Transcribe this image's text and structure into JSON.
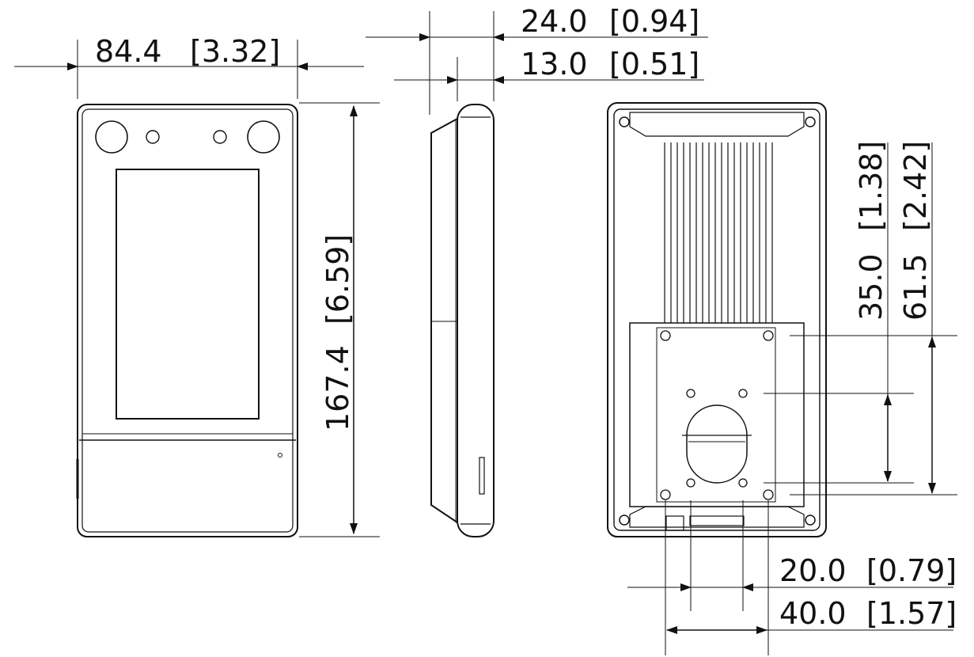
{
  "dimensions": {
    "front_width": {
      "value": "84.4",
      "inch": "[3.32]"
    },
    "front_height": {
      "value": "167.4",
      "inch": "[6.59]"
    },
    "side_depth_total": {
      "value": "24.0",
      "inch": "[0.94]"
    },
    "side_depth_body": {
      "value": "13.0",
      "inch": "[0.51]"
    },
    "rear_hole_v_small": {
      "value": "35.0",
      "inch": "[1.38]"
    },
    "rear_hole_v_large": {
      "value": "61.5",
      "inch": "[2.42]"
    },
    "rear_hole_h_small": {
      "value": "20.0",
      "inch": "[0.79]"
    },
    "rear_hole_h_large": {
      "value": "40.0",
      "inch": "[1.57]"
    }
  },
  "colors": {
    "line": "#111111",
    "background": "#ffffff"
  }
}
